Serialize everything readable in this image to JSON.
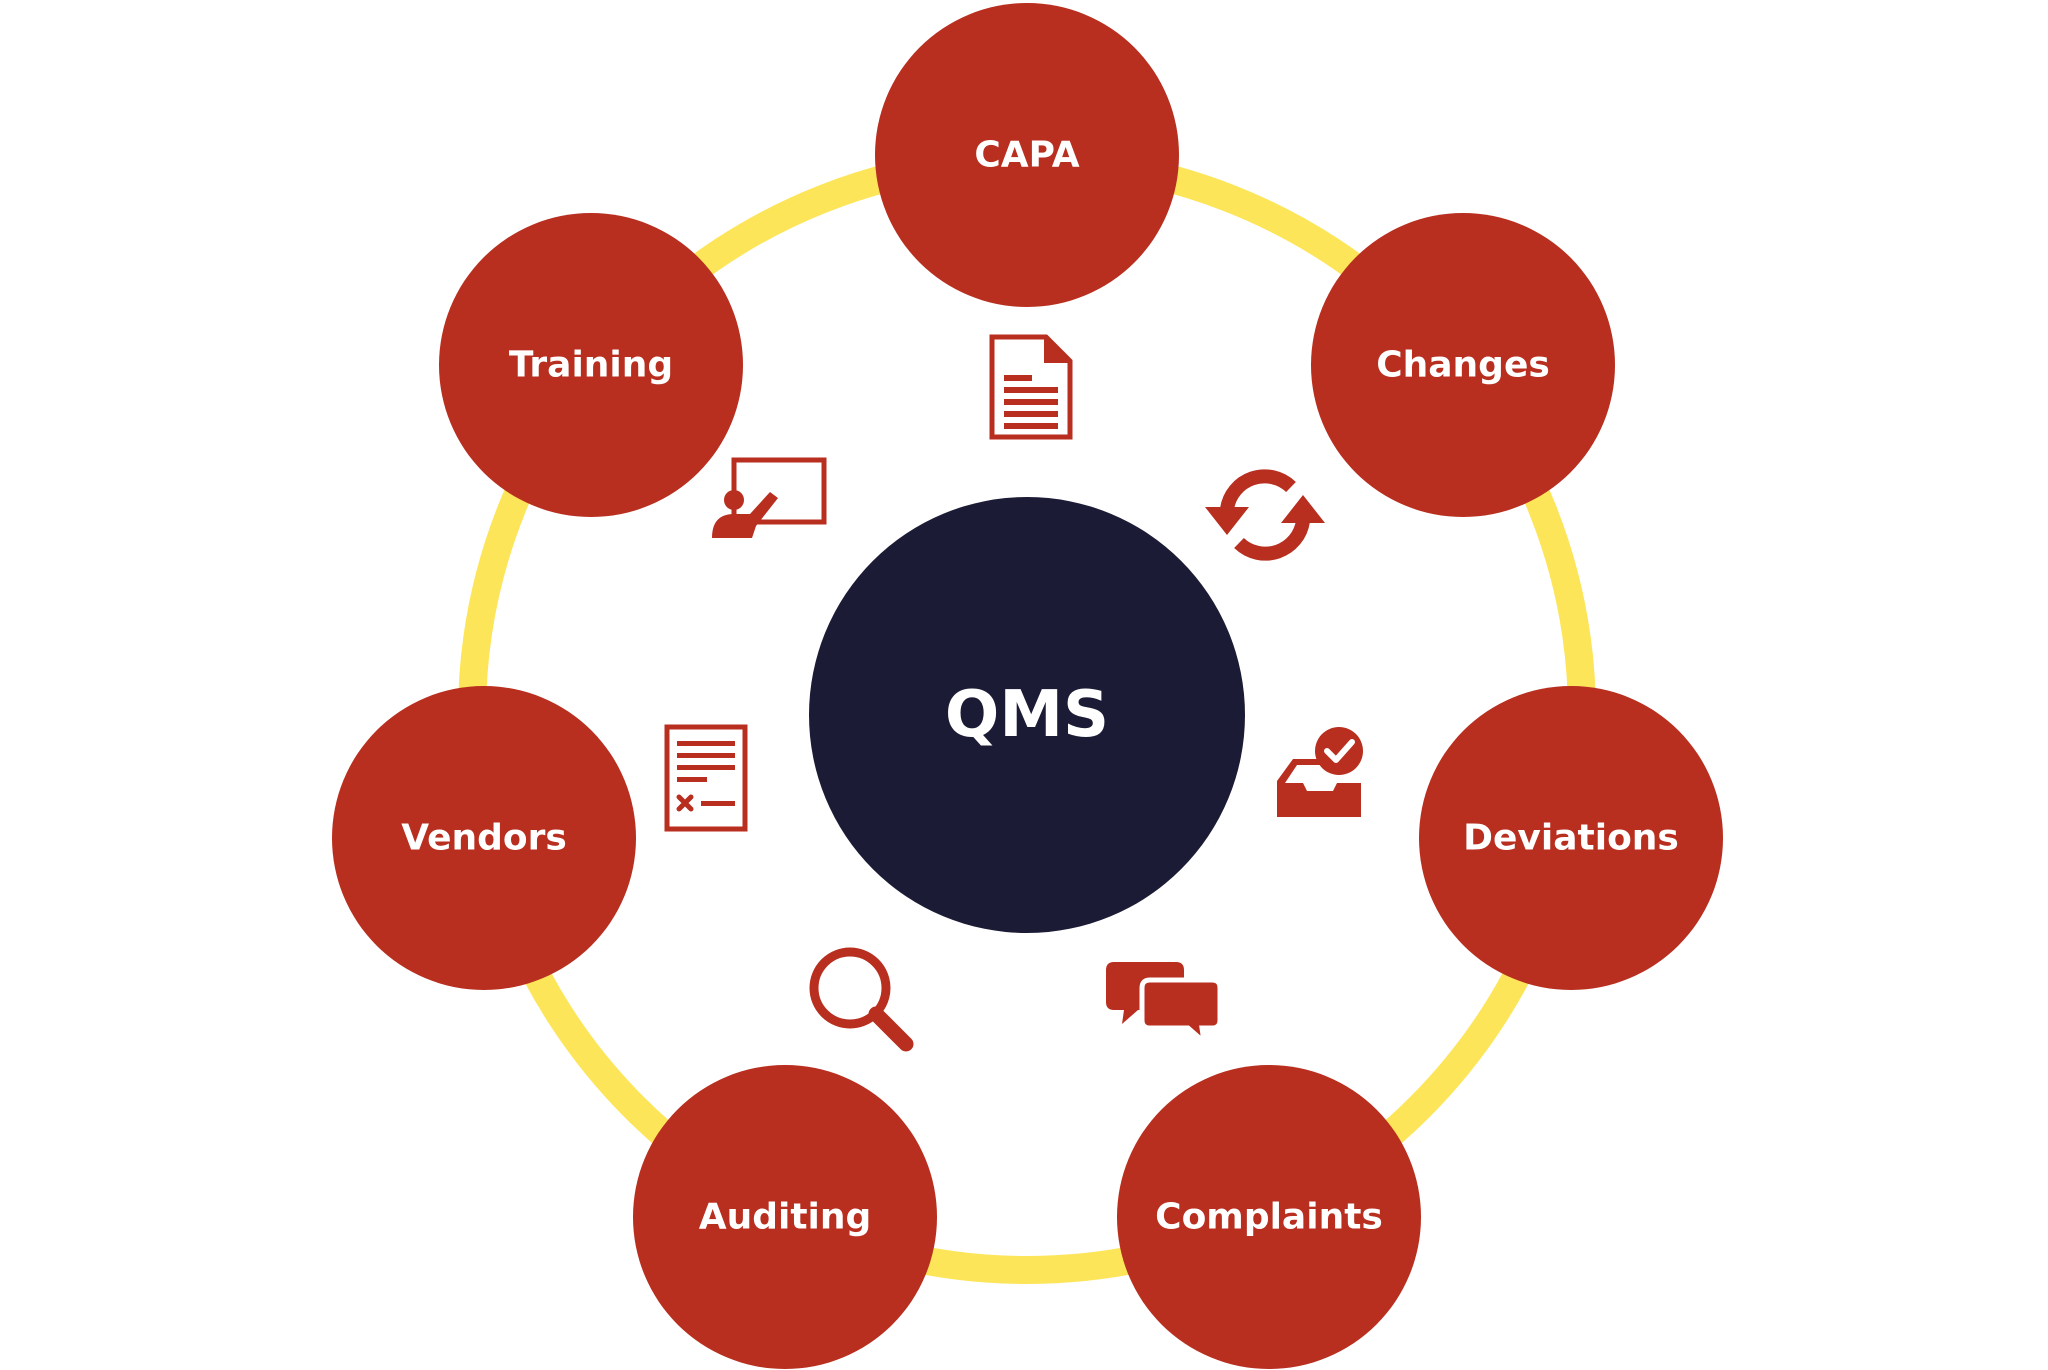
{
  "diagram": {
    "center": {
      "label": "QMS"
    },
    "nodes": [
      {
        "id": "capa",
        "label": "CAPA",
        "icon": "document-icon"
      },
      {
        "id": "changes",
        "label": "Changes",
        "icon": "sync-icon"
      },
      {
        "id": "deviations",
        "label": "Deviations",
        "icon": "inbox-check-icon"
      },
      {
        "id": "complaints",
        "label": "Complaints",
        "icon": "chat-bubbles-icon"
      },
      {
        "id": "auditing",
        "label": "Auditing",
        "icon": "magnifier-icon"
      },
      {
        "id": "vendors",
        "label": "Vendors",
        "icon": "contract-icon"
      },
      {
        "id": "training",
        "label": "Training",
        "icon": "presentation-icon"
      }
    ]
  },
  "colors": {
    "node_fill": "#b82e1f",
    "center_fill": "#1b1b35",
    "ring": "#fde55a",
    "icon": "#b82e1f",
    "text": "#ffffff",
    "background": "#ffffff"
  }
}
